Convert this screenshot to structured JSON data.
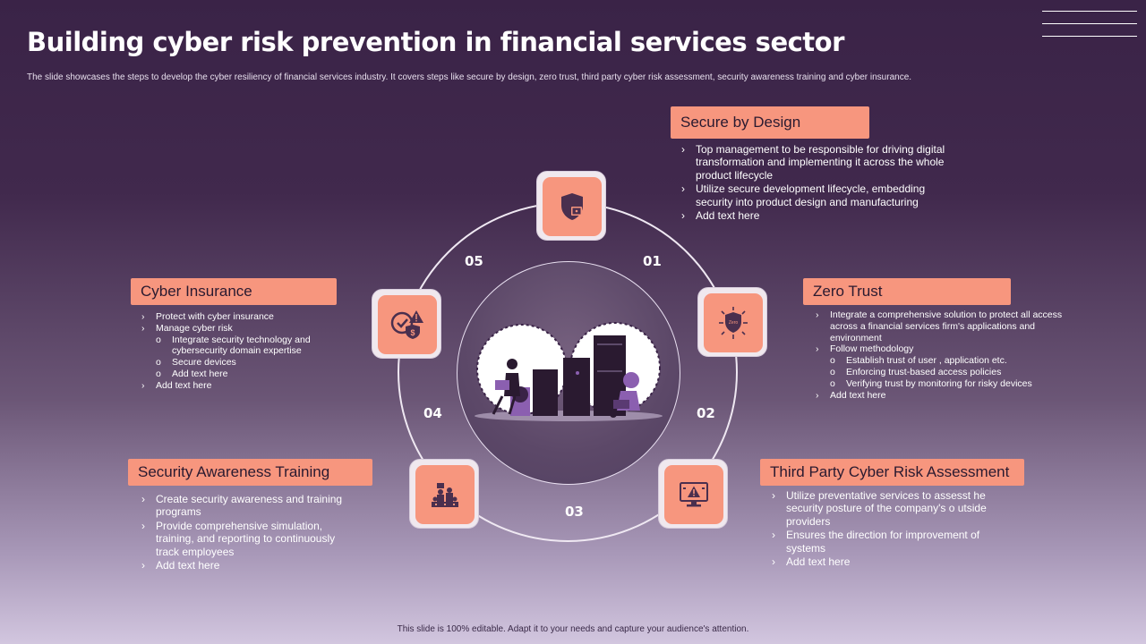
{
  "slide": {
    "title": "Building cyber risk prevention in financial services sector",
    "subtitle": "The slide showcases the steps to develop the cyber resiliency of financial services industry. It covers steps like secure by design, zero trust, third party cyber risk assessment, security awareness training and cyber insurance.",
    "footer": "This slide is 100% editable. Adapt it to your needs and capture your audience's attention."
  },
  "colors": {
    "background": "#3a2347",
    "accent": "#f7967e",
    "icon_dark": "#4a2f4e",
    "ring": "#efe8f2"
  },
  "steps": [
    {
      "number": "01",
      "title": "Secure by Design",
      "icon": "shield-lock-icon",
      "bullets": [
        {
          "level": 1,
          "text": "Top management to be responsible for driving digital transformation and implementing it across the whole product lifecycle"
        },
        {
          "level": 1,
          "text": "Utilize secure development lifecycle, embedding security into product design and manufacturing"
        },
        {
          "level": 1,
          "text": "Add text here"
        }
      ]
    },
    {
      "number": "02",
      "title": "Zero Trust",
      "icon": "zero-trust-shield-icon",
      "icon_text": "Zero",
      "bullets": [
        {
          "level": 1,
          "text": "Integrate a comprehensive solution to protect  all access across a financial services firm's applications and environment"
        },
        {
          "level": 1,
          "text": "Follow methodology"
        },
        {
          "level": 2,
          "text": "Establish trust of user , application etc."
        },
        {
          "level": 2,
          "text": "Enforcing trust-based access policies"
        },
        {
          "level": 2,
          "text": "Verifying trust by monitoring for risky devices"
        },
        {
          "level": 1,
          "text": "Add text here"
        }
      ]
    },
    {
      "number": "03",
      "title": "Third Party Cyber Risk Assessment",
      "icon": "monitor-warning-icon",
      "bullets": [
        {
          "level": 1,
          "text": "Utilize preventative  services to assesst he security posture of the company's o utside providers"
        },
        {
          "level": 1,
          "text": "Ensures the direction for improvement of systems"
        },
        {
          "level": 1,
          "text": "Add text here"
        }
      ]
    },
    {
      "number": "04",
      "title": "Security Awareness Training",
      "icon": "training-people-icon",
      "bullets": [
        {
          "level": 1,
          "text": "Create security awareness and training programs"
        },
        {
          "level": 1,
          "text": "Provide comprehensive simulation, training, and reporting to continuously track employees"
        },
        {
          "level": 1,
          "text": "Add text here"
        }
      ]
    },
    {
      "number": "05",
      "title": "Cyber Insurance",
      "icon": "insurance-shield-icon",
      "bullets": [
        {
          "level": 1,
          "text": "Protect  with cyber insurance"
        },
        {
          "level": 1,
          "text": "Manage  cyber risk"
        },
        {
          "level": 2,
          "text": "Integrate security technology and cybersecurity domain expertise"
        },
        {
          "level": 2,
          "text": "Secure devices"
        },
        {
          "level": 2,
          "text": "Add text here"
        },
        {
          "level": 1,
          "text": "Add text here"
        }
      ]
    }
  ]
}
